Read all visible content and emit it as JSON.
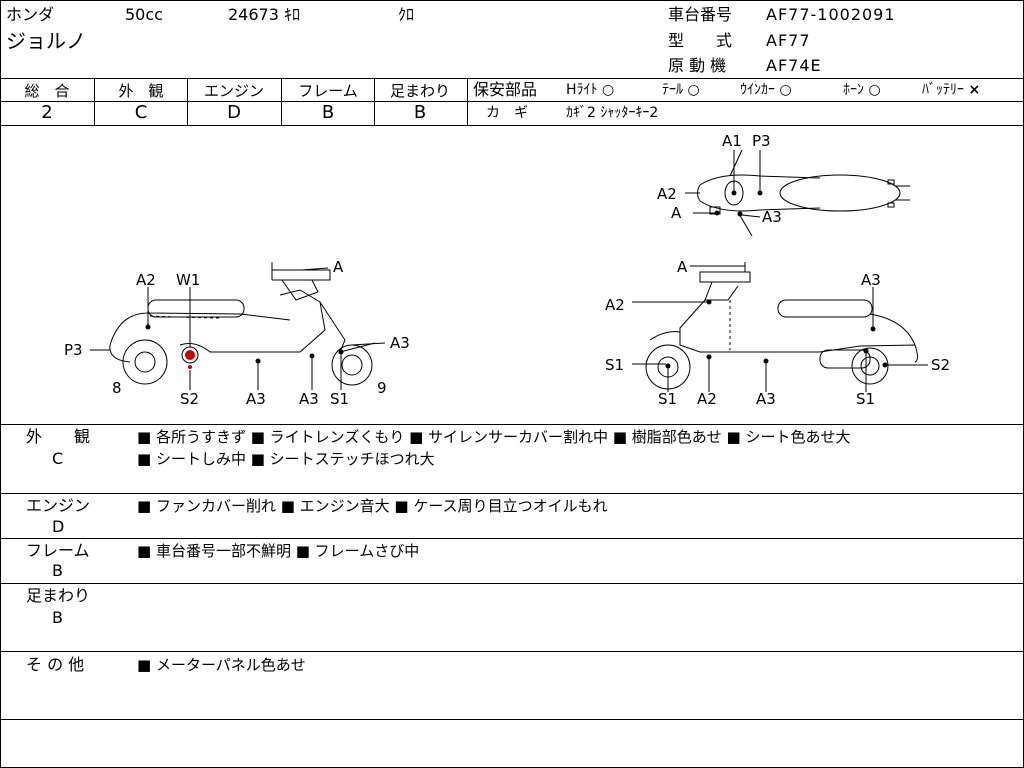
{
  "header": {
    "maker": "ホンダ",
    "displacement": "50cc",
    "mileage": "24673 ｷﾛ",
    "color": "ｸﾛ",
    "model_name": "ジョルノ",
    "frame_no_label": "車台番号",
    "frame_no": "AF77-1002091",
    "type_label": "型　　式",
    "type_value": "AF77",
    "engine_label": "原 動 機",
    "engine_value": "AF74E"
  },
  "grades": [
    {
      "label": "総　合",
      "value": "2"
    },
    {
      "label": "外　観",
      "value": "C"
    },
    {
      "label": "エンジン",
      "value": "D"
    },
    {
      "label": "フレーム",
      "value": "B"
    },
    {
      "label": "足まわり",
      "value": "B"
    }
  ],
  "safety": {
    "label": "保安部品",
    "items": [
      {
        "name": "Hﾗｲﾄ",
        "mark": "○"
      },
      {
        "name": "ﾃｰﾙ",
        "mark": "○"
      },
      {
        "name": "ｳｲﾝｶｰ",
        "mark": "○"
      },
      {
        "name": "ﾎｰﾝ",
        "mark": "○"
      },
      {
        "name": "ﾊﾞｯﾃﾘｰ",
        "mark": "×"
      }
    ],
    "key_label": "カ　ギ",
    "key_value": "ｶｷﾞ2 ｼｬｯﾀｰｷｰ2"
  },
  "diagram_labels": {
    "top": [
      "A1",
      "P3",
      "A2",
      "A",
      "A3"
    ],
    "left": [
      "A2",
      "W1",
      "A",
      "P3",
      "A3",
      "8",
      "S2",
      "A3",
      "A3",
      "S1",
      "9"
    ],
    "right": [
      "A",
      "A3",
      "A2",
      "S1",
      "S2",
      "S1",
      "A2",
      "A3",
      "S1"
    ]
  },
  "remarks": [
    {
      "category": "外　　観",
      "grade": "C",
      "lines": [
        "■ 各所うすきず ■ ライトレンズくもり ■ サイレンサーカバー割れ中 ■ 樹脂部色あせ ■ シート色あせ大",
        "■ シートしみ中 ■ シートステッチほつれ大"
      ]
    },
    {
      "category": "エンジン",
      "grade": "D",
      "lines": [
        "■ ファンカバー削れ ■ エンジン音大 ■ ケース周り目立つオイルもれ"
      ]
    },
    {
      "category": "フレーム",
      "grade": "B",
      "lines": [
        "■ 車台番号一部不鮮明 ■ フレームさび中"
      ]
    },
    {
      "category": "足まわり",
      "grade": "B",
      "lines": []
    },
    {
      "category": "そ の 他",
      "grade": "",
      "lines": [
        "■ メーターパネル色あせ"
      ]
    }
  ]
}
